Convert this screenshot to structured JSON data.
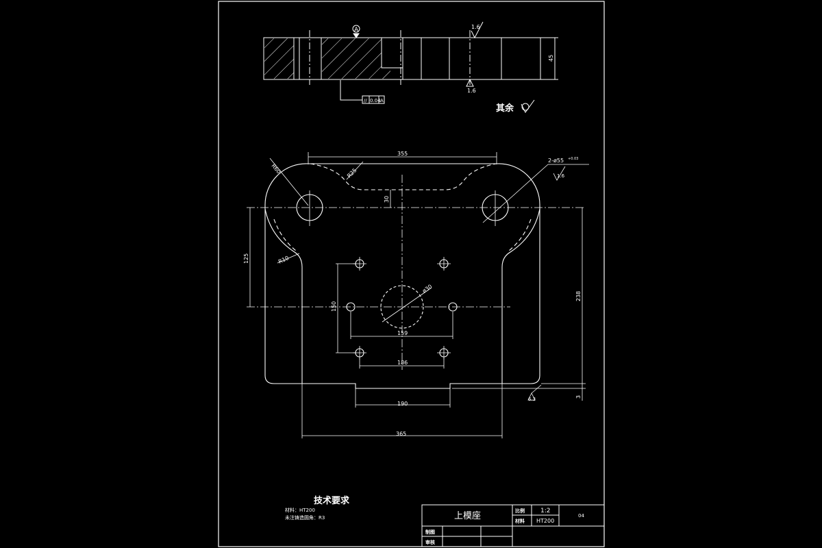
{
  "colors": {
    "background": "#000000",
    "line": "#ffffff"
  },
  "section_view": {
    "datum": "A",
    "roughness_top": "1.6",
    "roughness_bottom": "1.6",
    "thickness": "45",
    "tolerance_frame": {
      "symbol": "//",
      "value": "0.04",
      "datum": "A"
    },
    "remaining_label": "其余"
  },
  "plan_view": {
    "dim_355": "355",
    "dim_r60": "R60",
    "dim_r25": "R25",
    "dim_30": "30",
    "hole_callout": "2-ø55",
    "hole_callout_tol": "+0.03",
    "hole_roughness": "1.6",
    "dim_125": "125",
    "dim_r10": "R10",
    "dim_center": "ø30",
    "dim_150": "150",
    "dim_159": "159",
    "dim_186": "186",
    "dim_238": "238",
    "bottom_roughness": "6.3",
    "dim_3": "3",
    "dim_190": "190",
    "dim_365": "365"
  },
  "tech_requirements": {
    "title": "技术要求",
    "line1": "材料：HT200",
    "line2": "未注铸造圆角：R3"
  },
  "title_block": {
    "part_name": "上模座",
    "scale_label": "比例",
    "scale_value": "1:2",
    "material_label": "材料",
    "material_value": "HT200",
    "sheet_no": "04",
    "drawn_by_label": "制图",
    "checked_by_label": "审核"
  }
}
